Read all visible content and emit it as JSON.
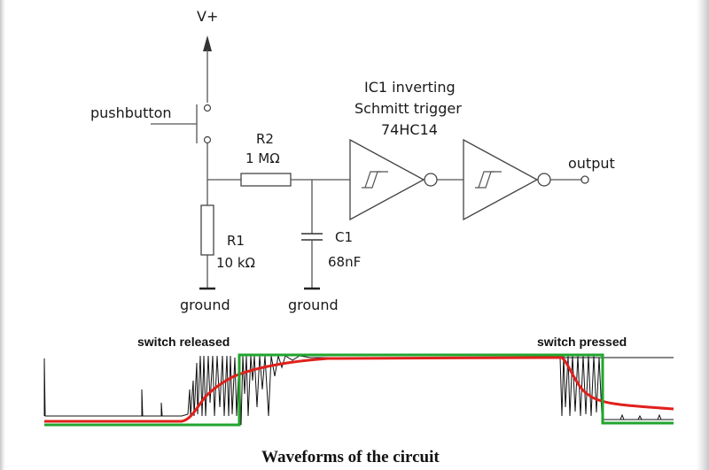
{
  "schematic": {
    "supply_label": "V+",
    "pushbutton_label": "pushbutton",
    "r2_name": "R2",
    "r2_value": "1 MΩ",
    "ic_line1": "IC1 inverting",
    "ic_line2": "Schmitt trigger",
    "ic_line3": "74HC14",
    "output_label": "output",
    "r1_name": "R1",
    "r1_value": "10 kΩ",
    "c1_name": "C1",
    "c1_value": "68nF",
    "ground_label": "ground"
  },
  "waveforms": {
    "released_label": "switch released",
    "pressed_label": "switch pressed",
    "caption": "Waveforms of the circuit",
    "colors": {
      "output_trace": "#22a52e",
      "cap_trace": "#e0201c",
      "bounce_trace": "#111111"
    }
  }
}
